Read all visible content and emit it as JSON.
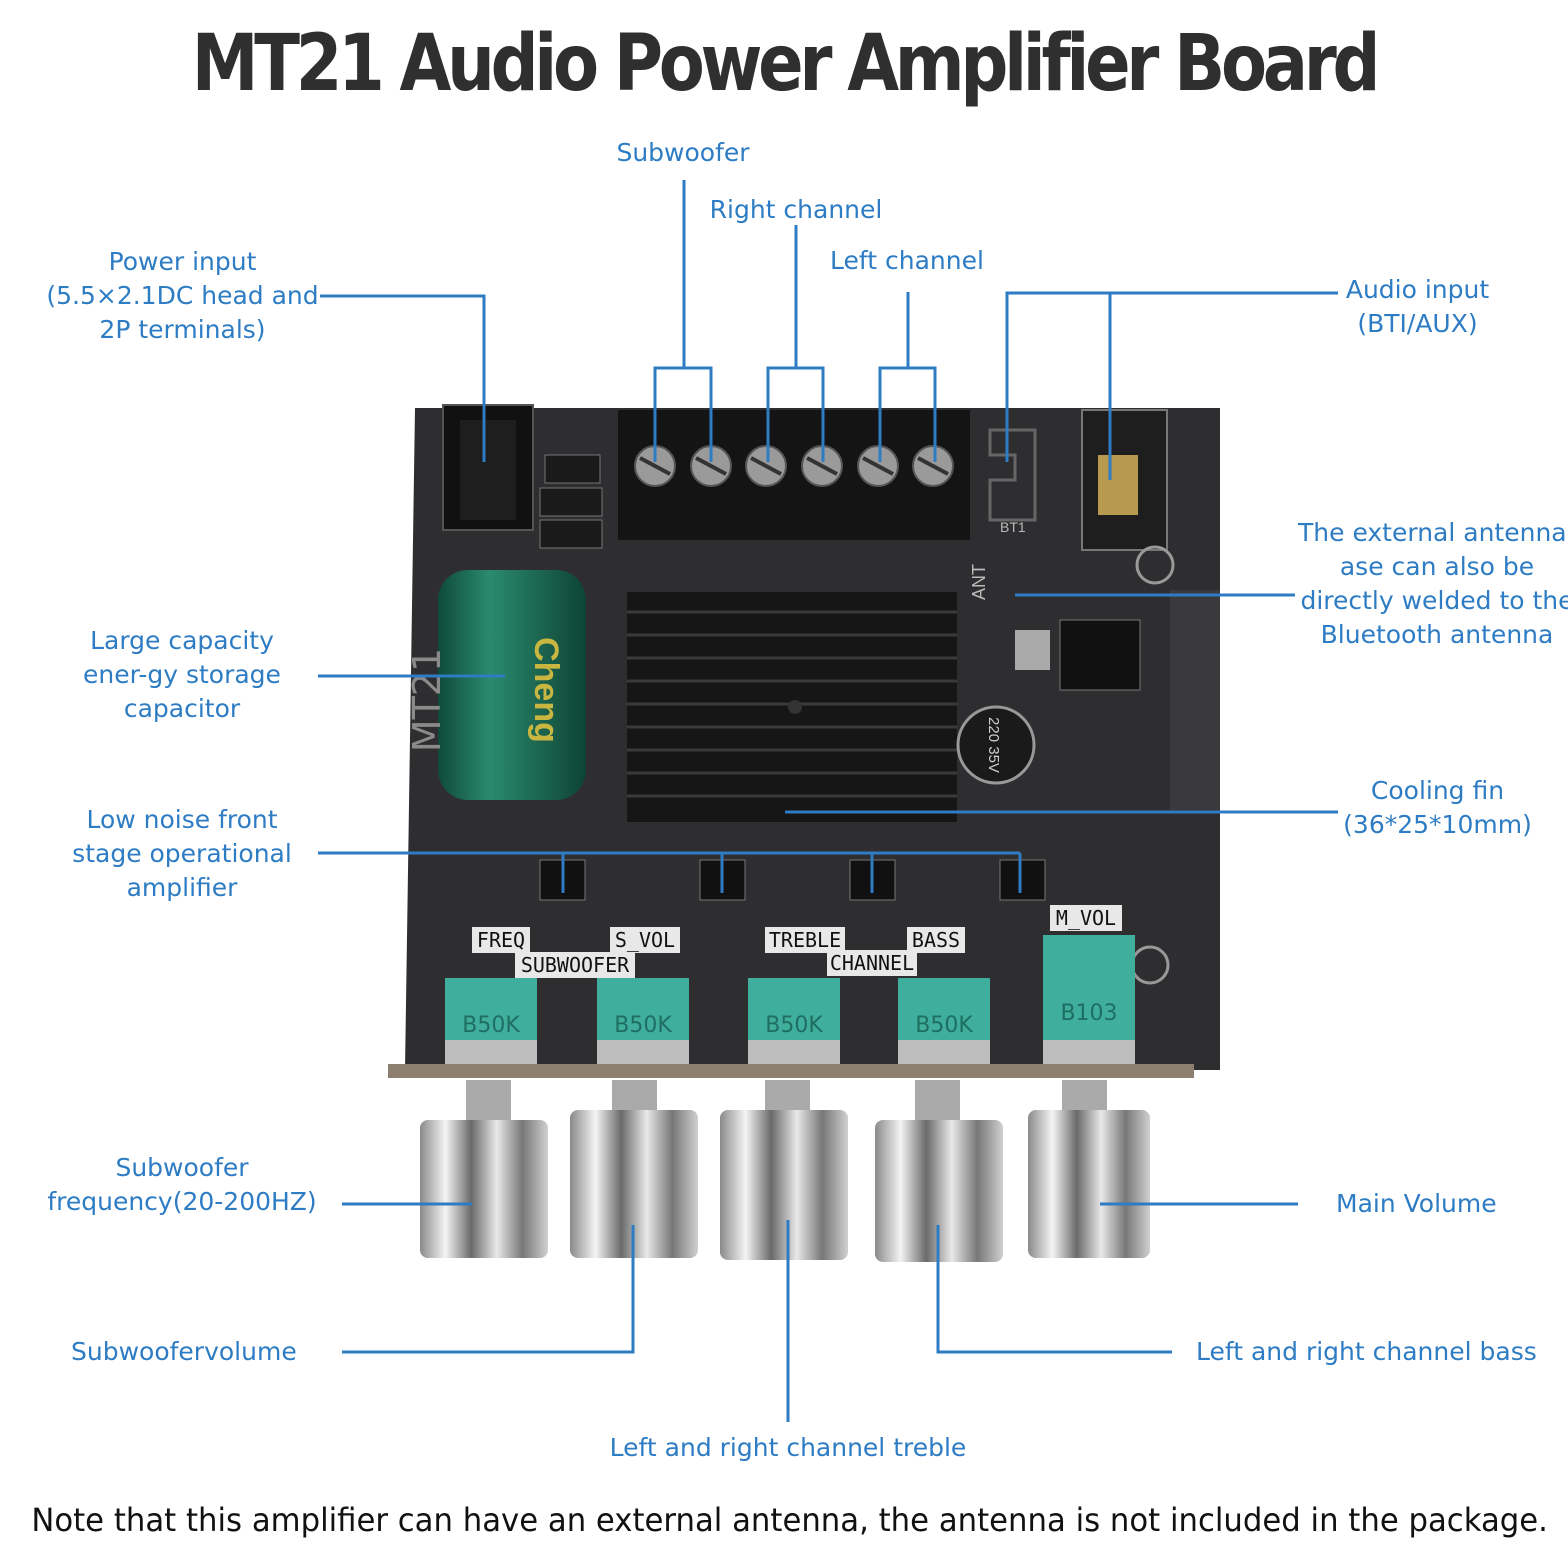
{
  "title": "MT21 Audio Power Amplifier Board",
  "labels": {
    "subwoofer": "Subwoofer",
    "right_channel": "Right channel",
    "left_channel": "Left channel",
    "power_input": [
      "Power input",
      "(5.5×2.1DC head and",
      "2P terminals)"
    ],
    "audio_input": [
      "Audio input",
      "(BTI/AUX)"
    ],
    "antenna": [
      "The external antennab",
      "ase can also be",
      "directly welded to the",
      "Bluetooth antenna"
    ],
    "capacitor": [
      "Large capacity",
      "ener-gy storage",
      "capacitor"
    ],
    "cooling_fin": [
      "Cooling fin",
      "(36*25*10mm)"
    ],
    "op_amp": [
      "Low noise front",
      "stage operational",
      "amplifier"
    ],
    "sub_freq": [
      "Subwoofer",
      "frequency(20-200HZ)"
    ],
    "main_volume": "Main Volume",
    "sub_volume": "Subwoofervolume",
    "bass": "Left and right channel bass",
    "treble": "Left and right channel treble"
  },
  "board": {
    "model": "MT21",
    "knob_labels": [
      "FREQ",
      "S_VOL",
      "TREBLE",
      "BASS",
      "M_VOL"
    ],
    "group_labels": [
      "SUBWOOFER",
      "CHANNEL"
    ],
    "pot_values": [
      "B50K",
      "B50K",
      "B50K",
      "B50K",
      "B103"
    ],
    "cap_brand": "Cheng",
    "cap_small": "220 35V",
    "bt_label": "BT1",
    "ant_label": "ANT"
  },
  "note": "Note that this amplifier can have an external antenna, the antenna is not included in the package.",
  "colors": {
    "accent": "#2d7cc4",
    "board": "#2e2e31",
    "heatsink": "#161616",
    "pot": "#3fae9c",
    "cap": "#1d6a55"
  }
}
